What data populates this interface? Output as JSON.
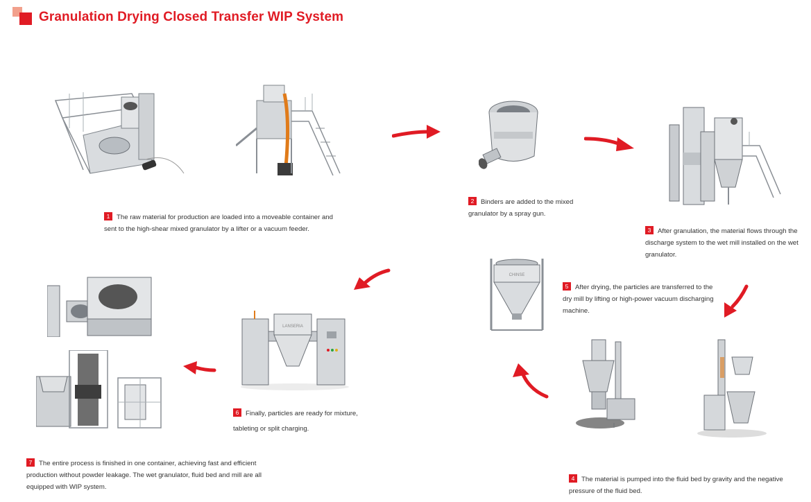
{
  "header": {
    "title": "Granulation Drying Closed Transfer WIP System"
  },
  "colors": {
    "accent": "#e01b24",
    "accent_light": "#f2a08c",
    "steel": "#c8cbcf",
    "steel_dark": "#6d7278"
  },
  "steps": [
    {
      "number": "1",
      "text": "The raw material for production are loaded into a moveable container and sent to the high-shear mixed granulator by a lifter or a vacuum feeder."
    },
    {
      "number": "2",
      "text": "Binders are added to the mixed granulator by a spray gun."
    },
    {
      "number": "3",
      "text": "After granulation, the material flows through the discharge system to the wet mill installed on the wet granulator."
    },
    {
      "number": "4",
      "text": "The material is pumped into the fluid bed by gravity and the negative pressure of the fluid bed."
    },
    {
      "number": "5",
      "text": "After drying, the particles are transferred to the dry mill by lifting or high-power vacuum discharging machine."
    },
    {
      "number": "6",
      "text": "Finally, particles are ready for mixture, tableting or split charging."
    },
    {
      "number": "7",
      "text": "The entire process is finished in one container, achieving fast and efficient production without powder leakage. The wet granulator, fluid bed and mill are all equipped with WIP system."
    }
  ],
  "images": {
    "ibc_brand": "CHINSE",
    "mixer_brand": "LANSERIA"
  }
}
